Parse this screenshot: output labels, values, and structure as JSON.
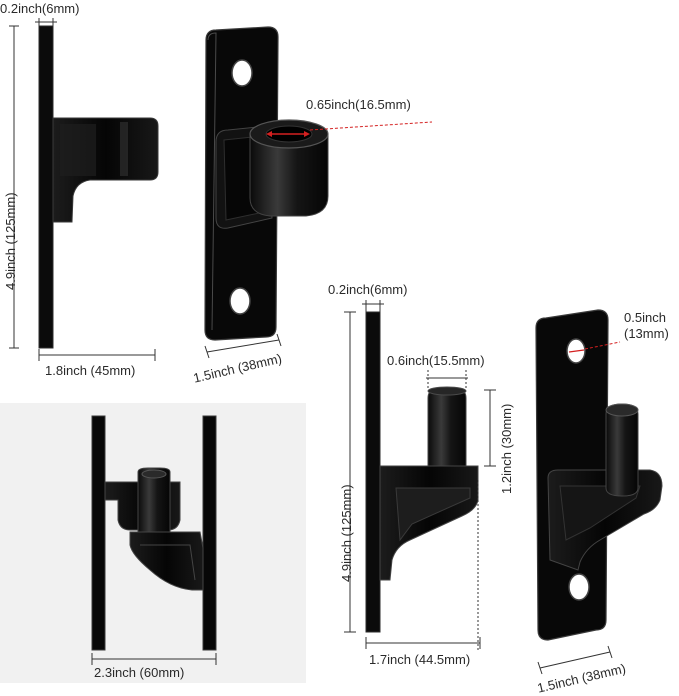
{
  "colors": {
    "metal": "#0d0d0d",
    "metal_edge": "#3a3a3a",
    "metal_highlight": "#5a5a5a",
    "dimension_line": "#333333",
    "hole_marker": "#d42020",
    "panel_bg": "#f1f1f1"
  },
  "top_left": {
    "thickness": "0.2inch(6mm)",
    "height": "4.9inch (125mm)",
    "depth": "1.8inch (45mm)"
  },
  "top_right": {
    "hole_diameter": "0.65inch(16.5mm)",
    "width": "1.5inch (38mm)"
  },
  "bottom_left": {
    "gap": "2.3inch (60mm)"
  },
  "bottom_middle": {
    "thickness": "0.2inch(6mm)",
    "height": "4.9inch (125mm)",
    "pin_diameter": "0.6inch(15.5mm)",
    "pin_height": "1.2inch (30mm)",
    "depth": "1.7inch (44.5mm)"
  },
  "bottom_right": {
    "hole_diameter_line1": "0.5inch",
    "hole_diameter_line2": "(13mm)",
    "width": "1.5inch (38mm)"
  }
}
